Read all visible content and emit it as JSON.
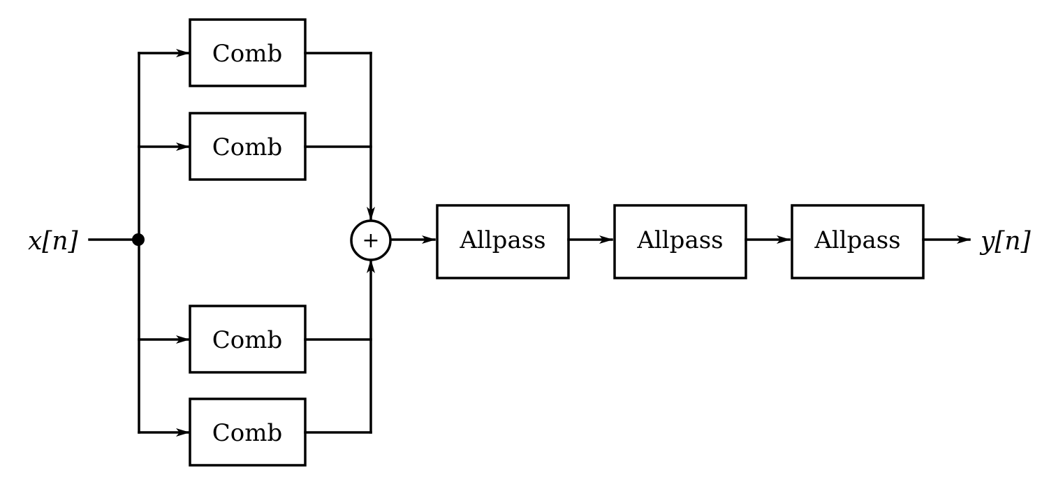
{
  "diagram": {
    "input_label": "x[n]",
    "output_label": "y[n]",
    "sum_symbol": "+",
    "comb_filters": [
      {
        "label": "Comb"
      },
      {
        "label": "Comb"
      },
      {
        "label": "Comb"
      },
      {
        "label": "Comb"
      }
    ],
    "allpass_filters": [
      {
        "label": "Allpass"
      },
      {
        "label": "Allpass"
      },
      {
        "label": "Allpass"
      }
    ],
    "line_color": "#000000",
    "background_color": "#ffffff"
  }
}
